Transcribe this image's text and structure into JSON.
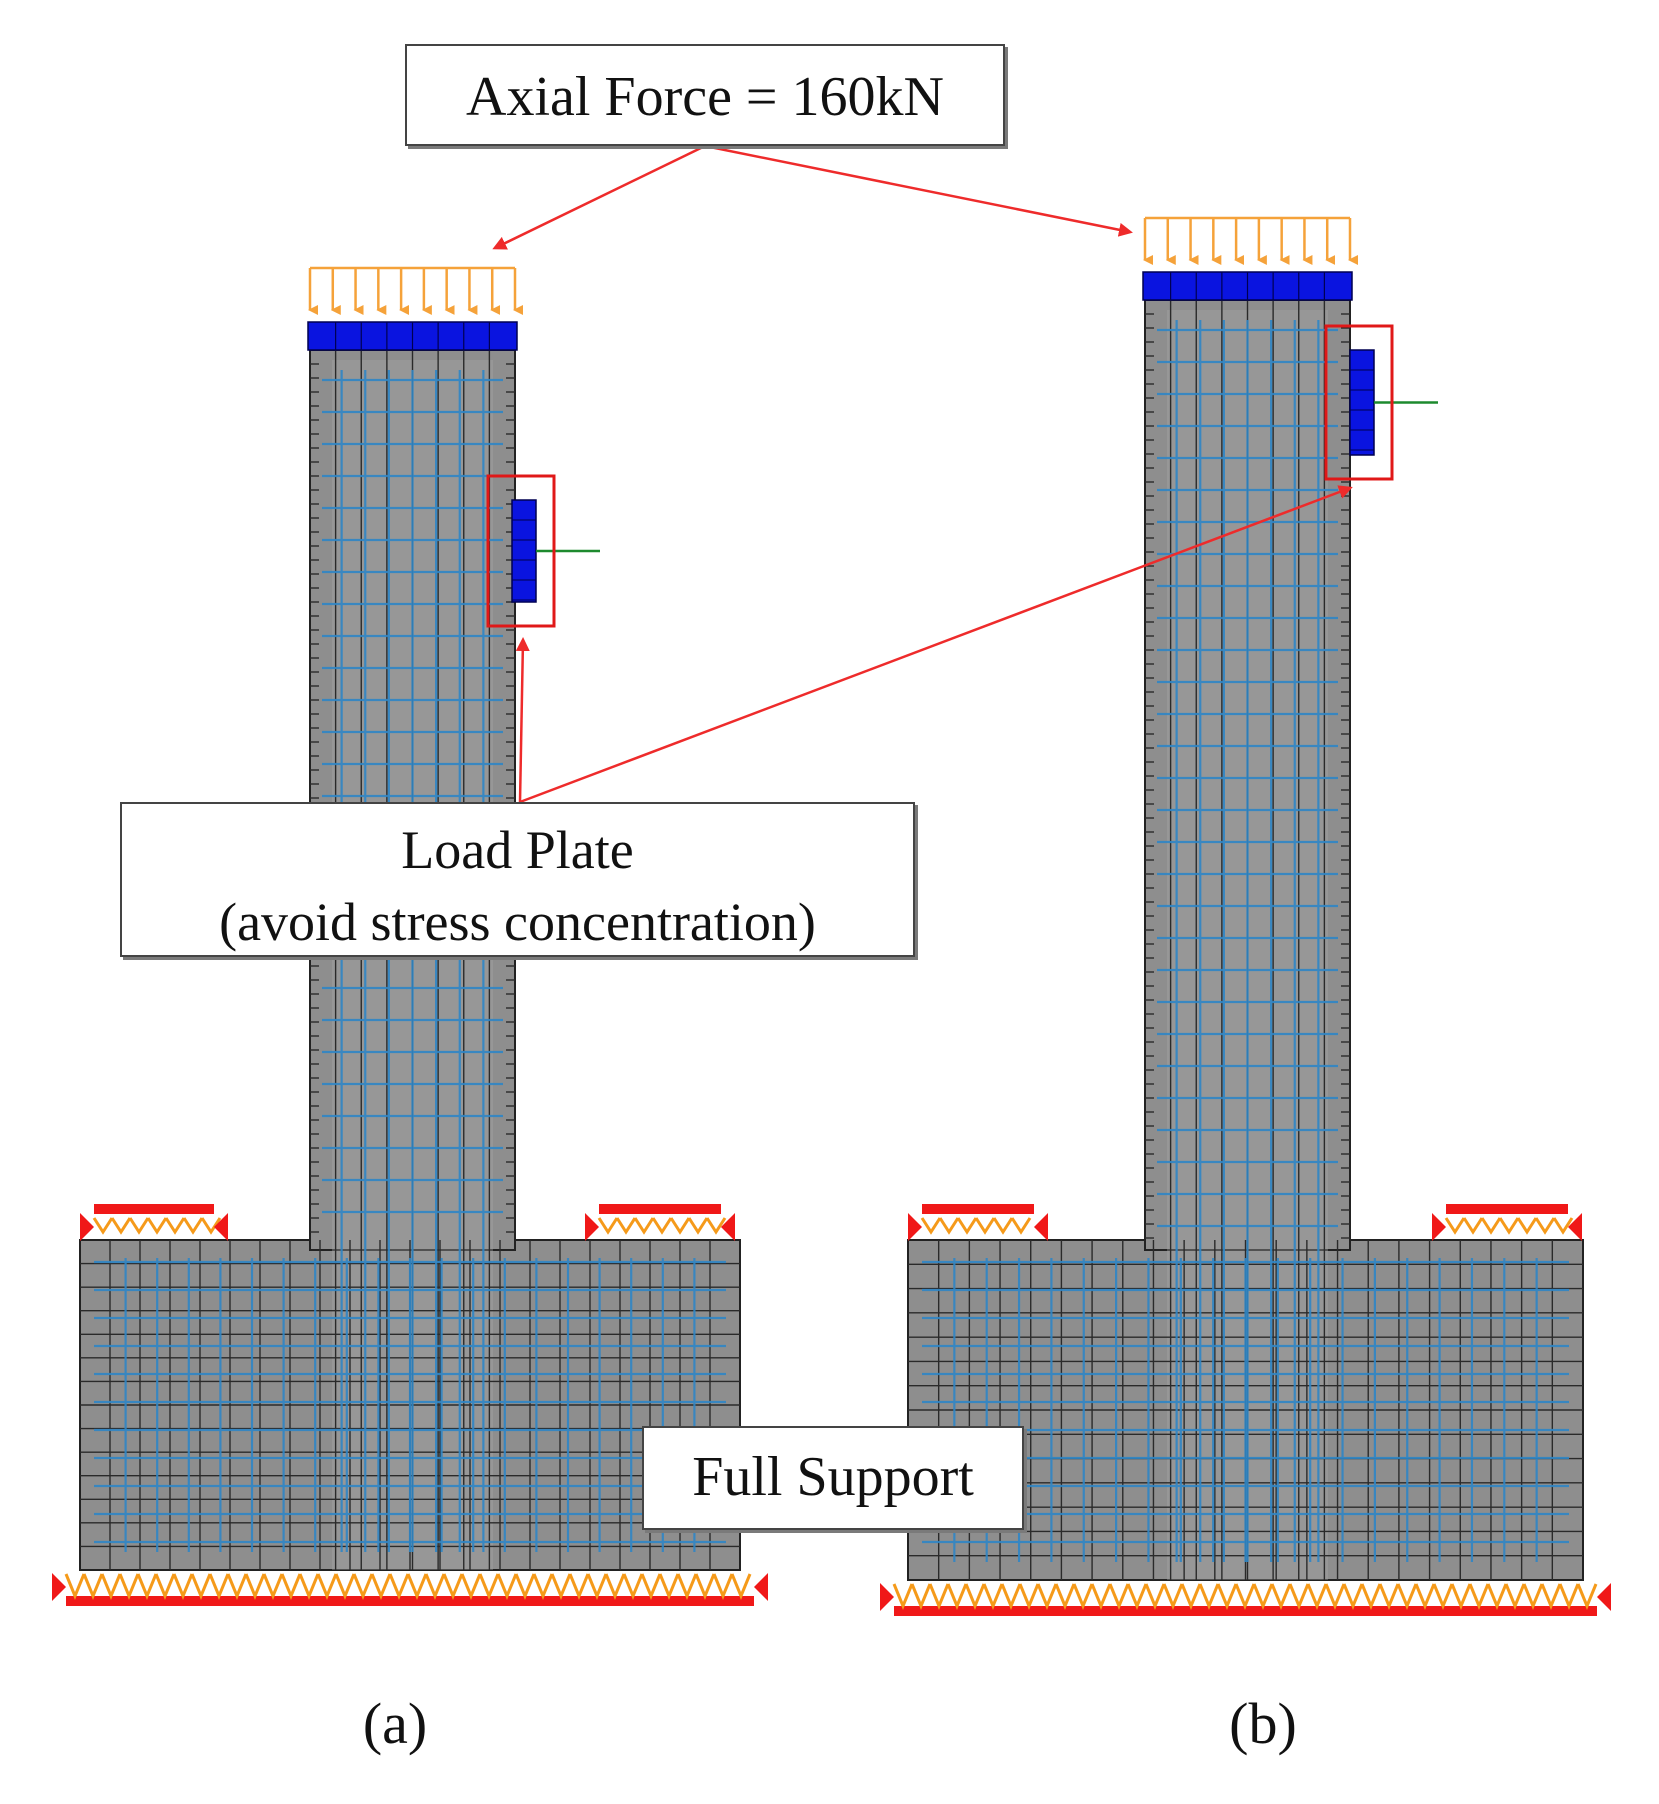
{
  "callouts": {
    "axial_force": "Axial Force = 160kN",
    "load_plate_line1": "Load Plate",
    "load_plate_line2": "(avoid stress concentration)",
    "full_support": "Full Support"
  },
  "panels": [
    {
      "label": "(a)"
    },
    {
      "label": "(b)"
    }
  ],
  "colors": {
    "concrete": "#8e8e8e",
    "element_lines": "#2a2a2a",
    "rebar": "#2f86c6",
    "loading_plate": "#0a14e0",
    "support_red": "#f01818",
    "support_orange": "#f59a1a",
    "load_arrows": "#f5a23a",
    "callout_arrows": "#ee2b2b",
    "highlight_box": "#e01818",
    "lateral_load": "#1d8a2e"
  },
  "icons": [
    "load-arrow-icon",
    "support-roller-icon",
    "callout-arrow-icon"
  ]
}
